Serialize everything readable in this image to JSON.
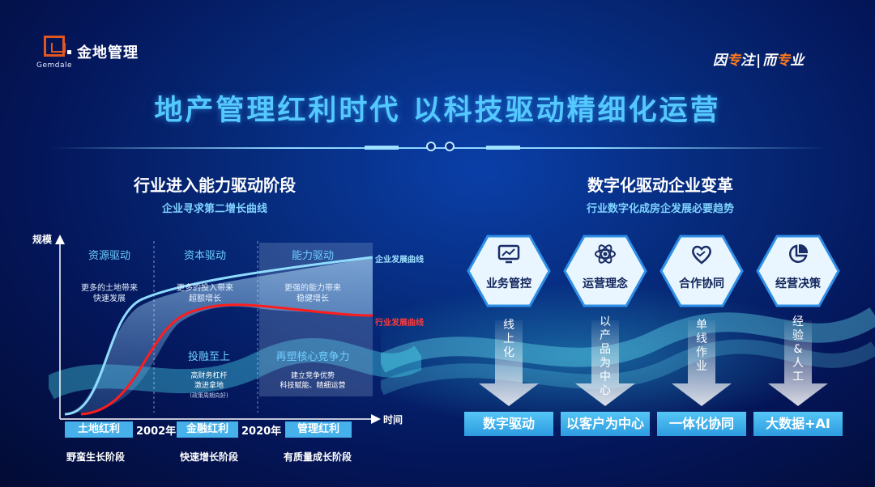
{
  "header": {
    "logo_name": "金地管理",
    "logo_en": "Gemdale",
    "slogan_a1": "因",
    "slogan_a2": "专",
    "slogan_a3": "注",
    "slogan_b1": "而",
    "slogan_b2": "专",
    "slogan_b3": "业",
    "title": "地产管理红利时代  以科技驱动精细化运营"
  },
  "left": {
    "heading": "行业进入能力驱动阶段",
    "subheading": "企业寻求第二增长曲线",
    "y_label": "规模",
    "x_label": "时间",
    "columns": [
      {
        "title": "资源驱动",
        "desc1": "更多的土地带来",
        "desc2": "快速发展"
      },
      {
        "title": "资本驱动",
        "desc1": "更多的投入带来",
        "desc2": "超额增长"
      },
      {
        "title": "能力驱动",
        "desc1": "更强的能力带来",
        "desc2": "稳健增长"
      }
    ],
    "lower": [
      {
        "title": "投融至上",
        "desc1": "高财务杠杆",
        "desc2": "激进拿地",
        "note": "(政策周期向好)"
      },
      {
        "title": "再塑核心竞争力",
        "desc1": "建立竞争优势",
        "desc2": "科技赋能、精细运营",
        "note": ""
      }
    ],
    "legend_top": "企业发展曲线",
    "legend_bottom": "行业发展曲线",
    "eras": [
      "土地红利",
      "金融红利",
      "管理红利"
    ],
    "years": [
      "2002年",
      "2020年"
    ],
    "stages": [
      "野蛮生长阶段",
      "快速增长阶段",
      "有质量成长阶段"
    ],
    "colors": {
      "enterprise_curve": "#7fd3ff",
      "industry_curve": "#ff2020",
      "era_box": "#46b0ea"
    }
  },
  "right": {
    "heading": "数字化驱动企业变革",
    "subheading": "行业数字化成房企发展必要趋势",
    "pillars": [
      {
        "label": "业务管控",
        "icon": "monitor-chart-icon",
        "vertical": [
          "线",
          "上",
          "化"
        ],
        "result": "数字驱动"
      },
      {
        "label": "运营理念",
        "icon": "atom-icon",
        "vertical": [
          "以",
          "产",
          "品",
          "为",
          "中",
          "心"
        ],
        "result": "以客户为中心"
      },
      {
        "label": "合作协同",
        "icon": "handshake-heart-icon",
        "vertical": [
          "单",
          "线",
          "作",
          "业"
        ],
        "result": "一体化协同"
      },
      {
        "label": "经营决策",
        "icon": "pie-chart-icon",
        "vertical": [
          "经",
          "验",
          "&",
          "人",
          "工"
        ],
        "result": "大数据+AI"
      }
    ]
  }
}
